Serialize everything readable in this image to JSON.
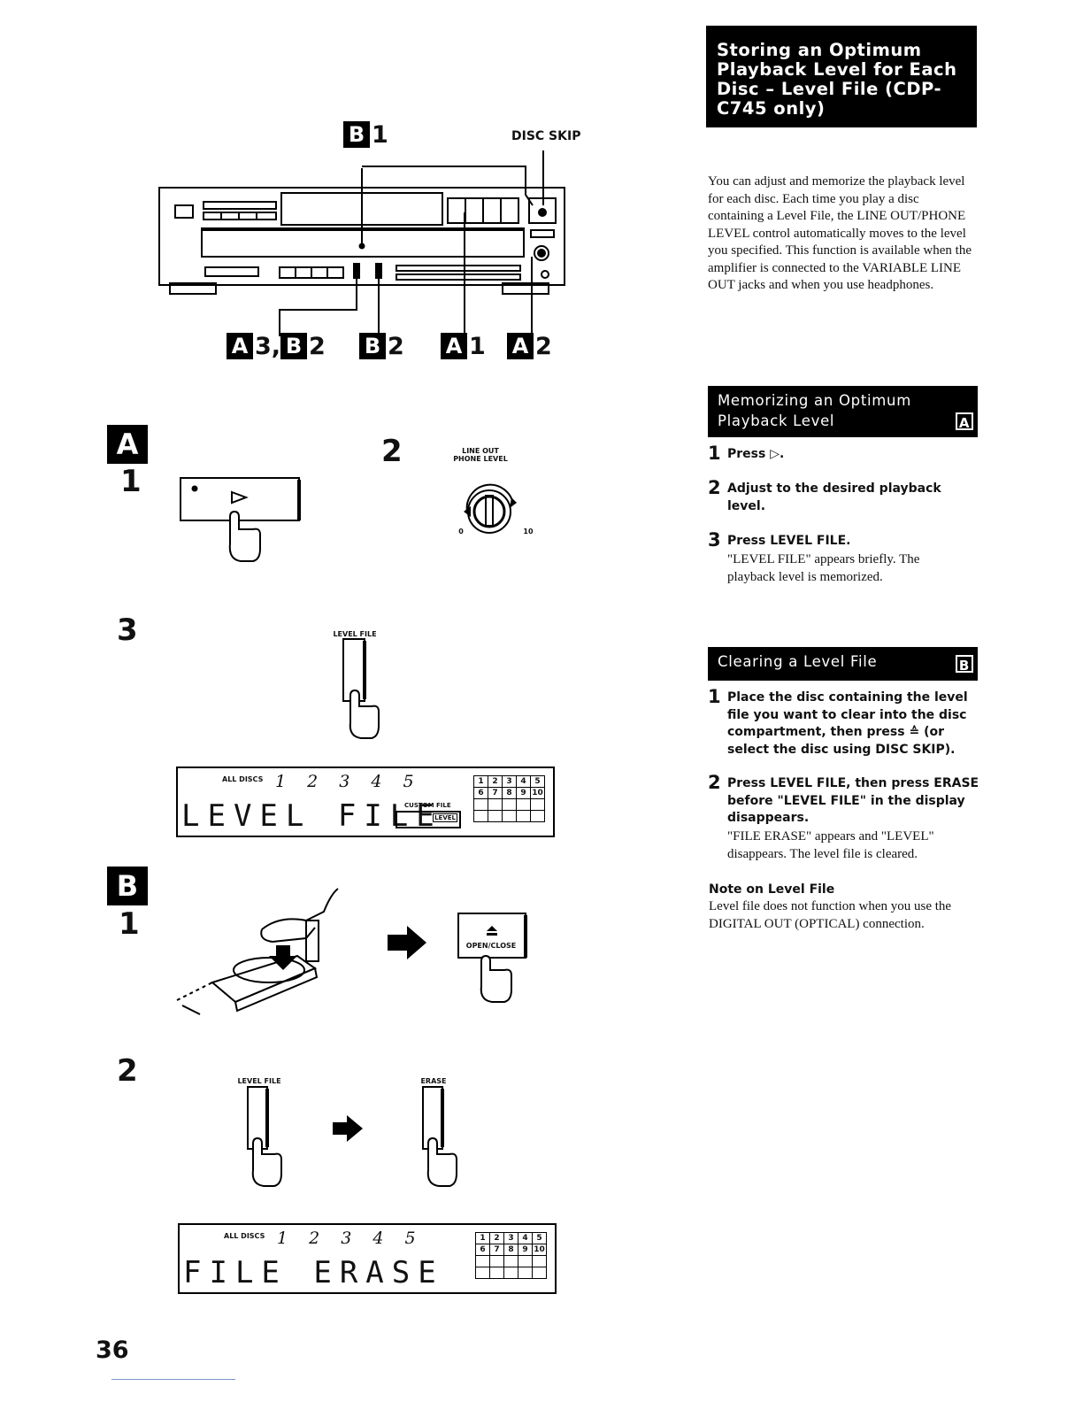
{
  "header": {
    "title": "Storing an Optimum Playback Level for Each Disc – Level File (CDP-C745 only)"
  },
  "intro": {
    "text": "You can adjust and memorize the playback level for each disc. Each time you play a disc containing a Level File, the LINE OUT/PHONE LEVEL control automatically moves to the level you specified. This function is available when the amplifier is connected to the VARIABLE LINE OUT jacks and when you use headphones."
  },
  "diagram": {
    "callout_b1": "1",
    "disc_skip": "DISC SKIP",
    "callouts_bottom": [
      {
        "letter": "A",
        "num": "3,"
      },
      {
        "letter": "B",
        "num": "2"
      },
      {
        "letter": "B",
        "num": "2"
      },
      {
        "letter": "A",
        "num": "1"
      },
      {
        "letter": "A",
        "num": "2"
      }
    ]
  },
  "section_a": {
    "badge": "A",
    "step1": "1",
    "step2": "2",
    "step3": "3",
    "line_out_label": "LINE OUT",
    "phone_level_label": "PHONE LEVEL",
    "knob_min": "0",
    "knob_max": "10",
    "level_file_label": "LEVEL FILE",
    "lcd": {
      "all_discs": "ALL DISCS",
      "disc_numbers": "1 2 3 4 5",
      "text": "LEVEL FILE",
      "custom_file": "CUSTOM FILE",
      "level": "LEVEL",
      "grid": [
        "1",
        "2",
        "3",
        "4",
        "5",
        "6",
        "7",
        "8",
        "9",
        "10"
      ]
    }
  },
  "section_b": {
    "badge": "B",
    "step1": "1",
    "step2": "2",
    "open_close_label": "OPEN/CLOSE",
    "level_file_label": "LEVEL FILE",
    "erase_label": "ERASE",
    "lcd": {
      "all_discs": "ALL DISCS",
      "disc_numbers": "1 2 3 4 5",
      "text": "FILE ERASE",
      "grid": [
        "1",
        "2",
        "3",
        "4",
        "5",
        "6",
        "7",
        "8",
        "9",
        "10"
      ]
    }
  },
  "memorizing": {
    "title": "Memorizing an Optimum Playback Level",
    "badge": "A",
    "steps": [
      {
        "num": "1",
        "text": "Press ▷."
      },
      {
        "num": "2",
        "text": "Adjust to the desired playback level."
      },
      {
        "num": "3",
        "text": "Press LEVEL FILE.",
        "detail": "\"LEVEL FILE\" appears briefly. The playback level is memorized."
      }
    ]
  },
  "clearing": {
    "title": "Clearing a Level File",
    "badge": "B",
    "steps": [
      {
        "num": "1",
        "text": "Place the disc containing the level file you want to clear into the disc compartment, then press ≙ (or select the disc using DISC SKIP)."
      },
      {
        "num": "2",
        "text": "Press LEVEL FILE, then press ERASE before \"LEVEL FILE\" in the display disappears.",
        "detail": "\"FILE ERASE\" appears and \"LEVEL\" disappears. The level file is cleared."
      }
    ]
  },
  "note": {
    "title": "Note on Level File",
    "text": "Level file does not function when you use the DIGITAL OUT (OPTICAL) connection."
  },
  "page_number": "36"
}
